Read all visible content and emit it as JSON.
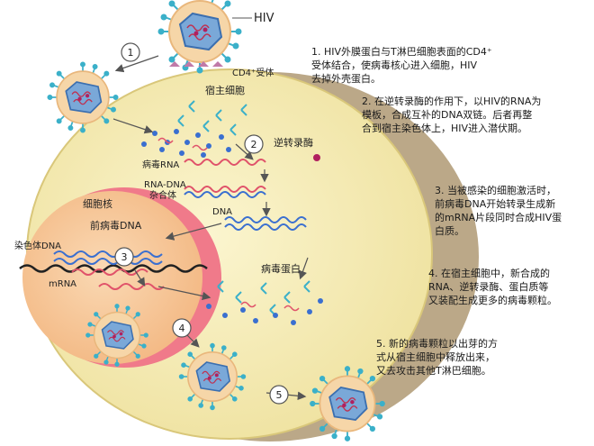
{
  "labels": {
    "hiv": "HIV",
    "cd4_receptor": "CD4⁺受体",
    "host_cell": "宿主细胞",
    "reverse_transcriptase": "逆转录酶",
    "viral_rna": "病毒RNA",
    "rna_dna_hybrid_line1": "RNA-DNA",
    "rna_dna_hybrid_line2": "杂合体",
    "dna": "DNA",
    "nucleus": "细胞核",
    "provirus_dna": "前病毒DNA",
    "chromosome_dna": "染色体DNA",
    "mrna": "mRNA",
    "viral_protein": "病毒蛋白"
  },
  "step_numbers": [
    "1",
    "2",
    "3",
    "4",
    "5"
  ],
  "steps": [
    "1. HIV外膜蛋白与T淋巴细胞表面的CD4⁺\n受体结合，使病毒核心进入细胞，HIV\n去掉外壳蛋白。",
    "2. 在逆转录酶的作用下，以HIV的RNA为\n模板，合成互补的DNA双链。后者再整\n合到宿主染色体上，HIV进入潜伏期。",
    "3. 当被感染的细胞激活时，\n前病毒DNA开始转录生成新\n的mRNA片段同时合成HIV蛋\n白质。",
    "4. 在宿主细胞中，新合成的\nRNA、逆转录酶、蛋白质等\n又装配生成更多的病毒颗粒。",
    "5. 新的病毒颗粒以出芽的方\n式从宿主细胞中释放出来，\n又去攻击其他T淋巴细胞。"
  ],
  "colors": {
    "cell_fill": "#f7efb4",
    "cell_shadow": "#bba888",
    "nucleus_fill": "#f6c79c",
    "nucleus_rim": "#f07a8a",
    "virus_membrane": "#f6d6a8",
    "virus_core": "#7aa8d8",
    "spike": "#3bb0c9",
    "rna": "#e0526a",
    "dna": "#3a6fd0",
    "chromosome": "#222222",
    "arrow": "#555555"
  }
}
